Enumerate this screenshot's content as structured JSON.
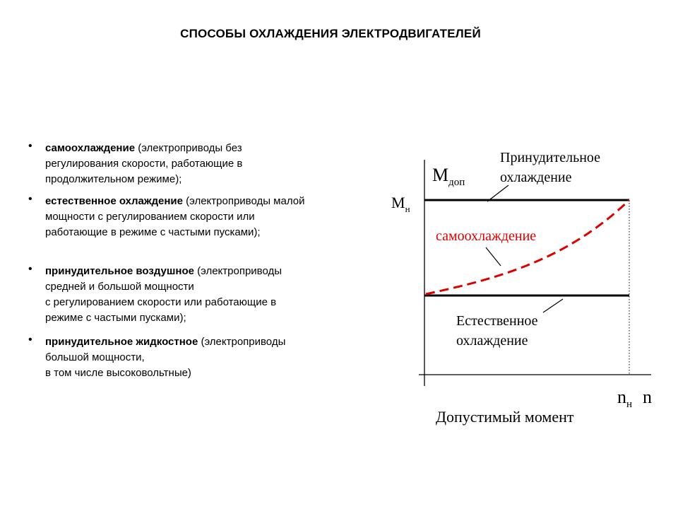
{
  "title": "СПОСОБЫ ОХЛАЖДЕНИЯ ЭЛЕКТРОДВИГАТЕЛЕЙ",
  "bullets": [
    {
      "bold": "самоохлаждение",
      "lines": [
        " (электроприводы без",
        "регулирования скорости, работающие в",
        "продолжительном режиме);"
      ]
    },
    {
      "bold": "естественное охлаждение",
      "lines": [
        " (электроприводы малой",
        "мощности с регулированием скорости или",
        "работающие в режиме с частыми пусками);"
      ]
    },
    {
      "bold": "принудительное воздушное",
      "lines": [
        " (электроприводы",
        "средней и большой мощности",
        "с регулированием скорости или работающие в",
        "режиме с частыми пусками);"
      ]
    },
    {
      "bold": "принудительное жидкостное",
      "lines": [
        " (электроприводы",
        "большой мощности,",
        "в том числе высоковольтные)"
      ]
    }
  ],
  "diagram": {
    "y_axis_label": "M",
    "y_axis_sub": "доп",
    "mn_label": "M",
    "mn_sub": "н",
    "x_axis_label": "n",
    "nn_label": "n",
    "nn_sub": "н",
    "forced_label_line1": "Принудительное",
    "forced_label_line2": "охлаждение",
    "self_label": "самоохлаждение",
    "natural_label_line1": "Естественное",
    "natural_label_line2": "охлаждение",
    "caption": "Допустимый момент",
    "colors": {
      "curve": "#dd0000",
      "self_label": "#dd0000",
      "lines": "#000000"
    }
  }
}
